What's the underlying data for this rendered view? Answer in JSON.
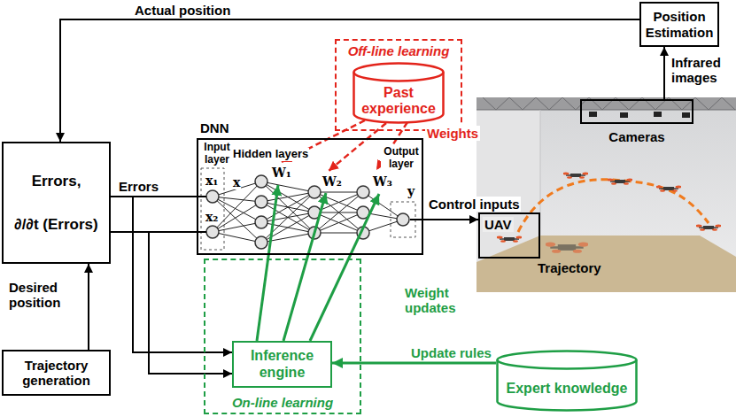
{
  "diagram": {
    "nodes": [
      {
        "text": [
          "Position Estimation"
        ]
      },
      {
        "text": [
          "Off-line learning"
        ]
      },
      {
        "text": [
          "Past experience"
        ],
        "in": 1
      },
      {
        "text": [
          "Errors,",
          "∂/∂t (Errors)"
        ]
      },
      {
        "text": [
          "DNN"
        ]
      },
      {
        "text": [
          "Cameras"
        ]
      },
      {
        "text": [
          "UAV"
        ]
      },
      {
        "text": [
          "On-line learning"
        ]
      },
      {
        "text": [
          "Inference engine"
        ],
        "in": 7
      },
      {
        "text": [
          "Expert knowledge"
        ]
      },
      {
        "text": [
          "Trajectory generation"
        ]
      }
    ],
    "edges": [
      {
        "from": 0,
        "to": 3,
        "arrow": "to",
        "label": "Actual position"
      },
      {
        "from": 5,
        "to": 0,
        "arrow": "to",
        "label": "Infrared images"
      },
      {
        "from": 2,
        "to": 4,
        "arrow": "to",
        "label": "Weights"
      },
      {
        "from": 2,
        "to": 4,
        "arrow": "to"
      },
      {
        "from": 2,
        "to": 4,
        "arrow": "to"
      },
      {
        "from": 3,
        "to": 4,
        "arrow": "none",
        "label": "Errors"
      },
      {
        "from": 3,
        "to": 4,
        "arrow": "none"
      },
      {
        "from": 3,
        "to": 8,
        "arrow": "to"
      },
      {
        "from": 3,
        "to": 8,
        "arrow": "to"
      },
      {
        "from": 8,
        "to": 4,
        "arrow": "to",
        "label": "Weight updates"
      },
      {
        "from": 8,
        "to": 4,
        "arrow": "to"
      },
      {
        "from": 8,
        "to": 4,
        "arrow": "to"
      },
      {
        "from": 9,
        "to": 8,
        "arrow": "to",
        "label": "Update rules"
      },
      {
        "from": 4,
        "to": 6,
        "arrow": "to",
        "label": "Control inputs"
      },
      {
        "from": 10,
        "to": 3,
        "arrow": "to",
        "label": "Desired position"
      }
    ],
    "labels": [
      "Input layer",
      "Hidden layers",
      "Output layer",
      "x₁",
      "x₂",
      "x",
      "W₁",
      "W₂",
      "W₃",
      "y",
      "Trajectory"
    ]
  }
}
